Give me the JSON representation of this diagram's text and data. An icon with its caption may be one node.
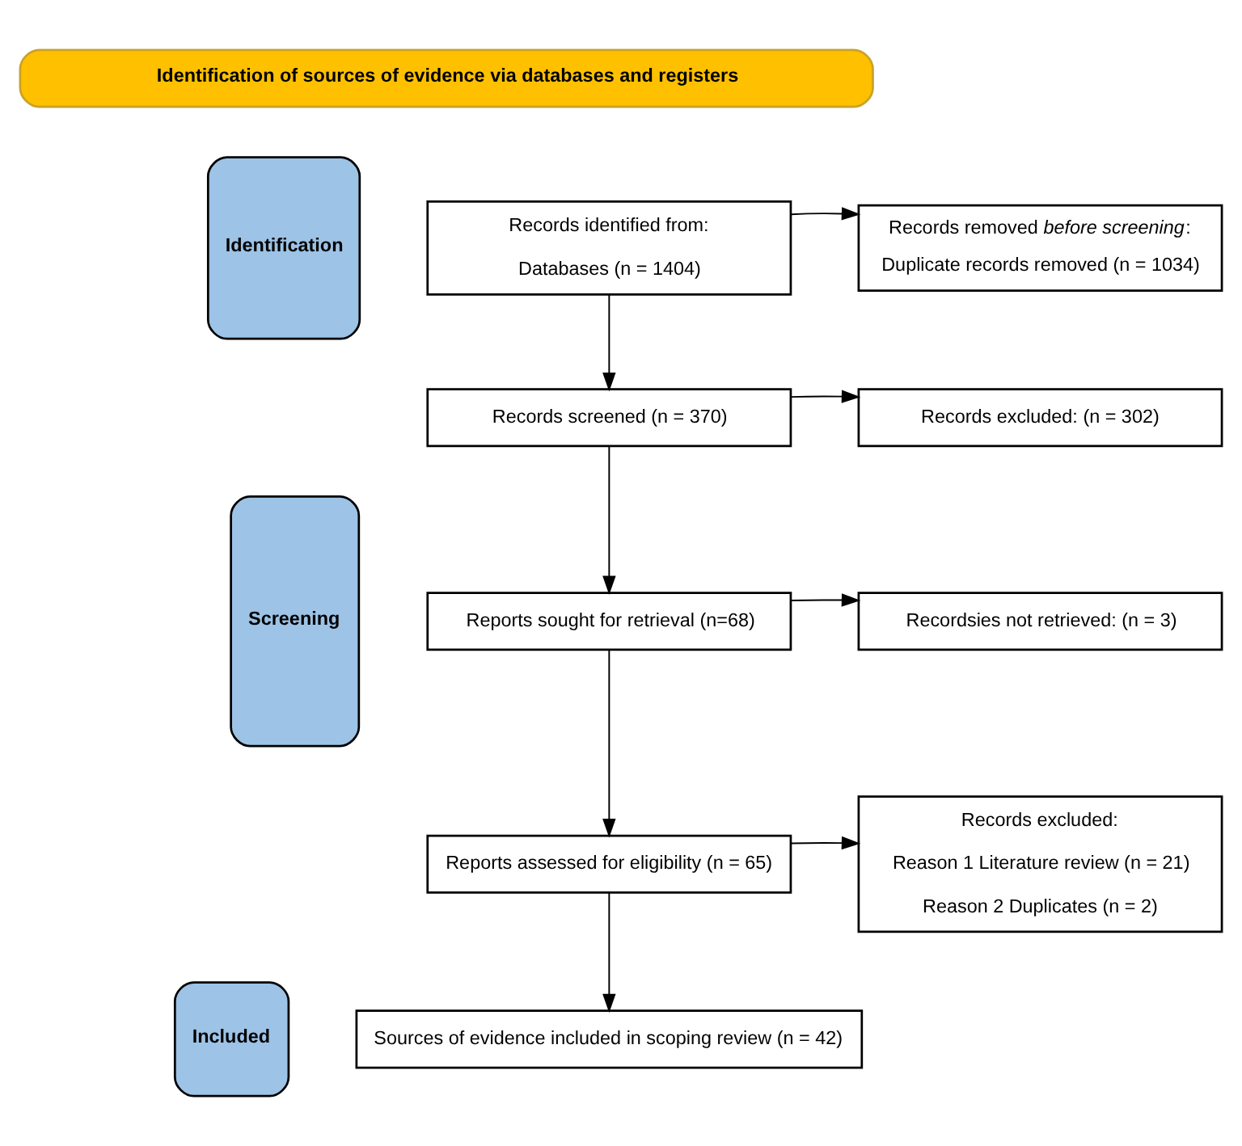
{
  "diagram": {
    "nodes": [
      {
        "text": [
          "Identification of sources of evidence via databases and registers"
        ]
      },
      {
        "text": [
          "Identification"
        ]
      },
      {
        "text": [
          "Screening"
        ]
      },
      {
        "text": [
          "Included"
        ]
      },
      {
        "text": [
          "Records identified from:",
          "Databases (n = 1404)"
        ]
      },
      {
        "text": [
          "Records removed *before screening*:",
          "Duplicate records removed (n = 1034)"
        ]
      },
      {
        "text": [
          "Records screened (n = 370)"
        ]
      },
      {
        "text": [
          "Records excluded: (n = 302)"
        ]
      },
      {
        "text": [
          "Reports sought for retrieval (n=68)"
        ]
      },
      {
        "text": [
          "Recordsies not retrieved: (n = 3)"
        ]
      },
      {
        "text": [
          "Reports assessed for eligibility (n = 65)"
        ]
      },
      {
        "text": [
          "Records excluded:",
          "Reason 1 Literature review (n = 21)",
          "Reason 2 Duplicates (n = 2)"
        ]
      },
      {
        "text": [
          "Sources of evidence included in scoping review (n = 42)"
        ]
      }
    ],
    "edges": [
      {
        "from": 4,
        "to": 5,
        "arrow": "to"
      },
      {
        "from": 4,
        "to": 6,
        "arrow": "to"
      },
      {
        "from": 6,
        "to": 7,
        "arrow": "to"
      },
      {
        "from": 6,
        "to": 8,
        "arrow": "to"
      },
      {
        "from": 8,
        "to": 9,
        "arrow": "to"
      },
      {
        "from": 8,
        "to": 10,
        "arrow": "to"
      },
      {
        "from": 10,
        "to": 11,
        "arrow": "to"
      },
      {
        "from": 10,
        "to": 12,
        "arrow": "to"
      }
    ]
  }
}
